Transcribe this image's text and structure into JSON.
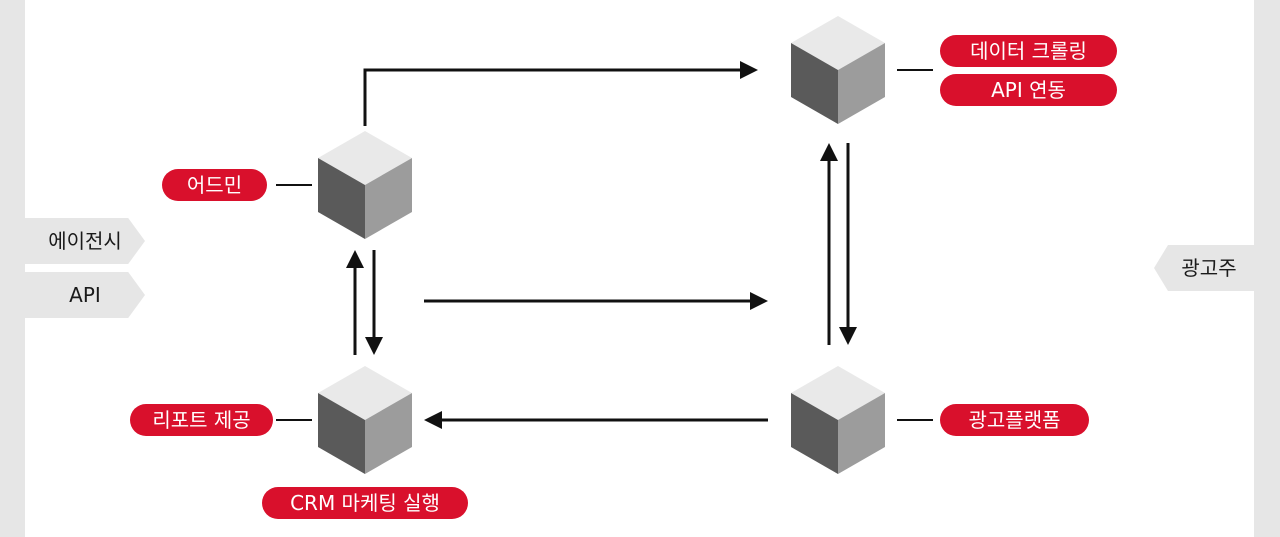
{
  "left_tags": [
    "에이전시",
    "API"
  ],
  "right_tag": "광고주",
  "labels": {
    "admin": "어드민",
    "report": "리포트 제공",
    "crm": "CRM 마케팅 실행",
    "crawling": "데이터 크롤링",
    "api_link": "API 연동",
    "ad_platform": "광고플랫폼"
  },
  "colors": {
    "accent": "#d9102c",
    "band": "#e6e6e6",
    "arrow": "#111111",
    "cube_top": "#e9e9e9",
    "cube_left": "#5a5a5a",
    "cube_right": "#9c9c9c"
  }
}
